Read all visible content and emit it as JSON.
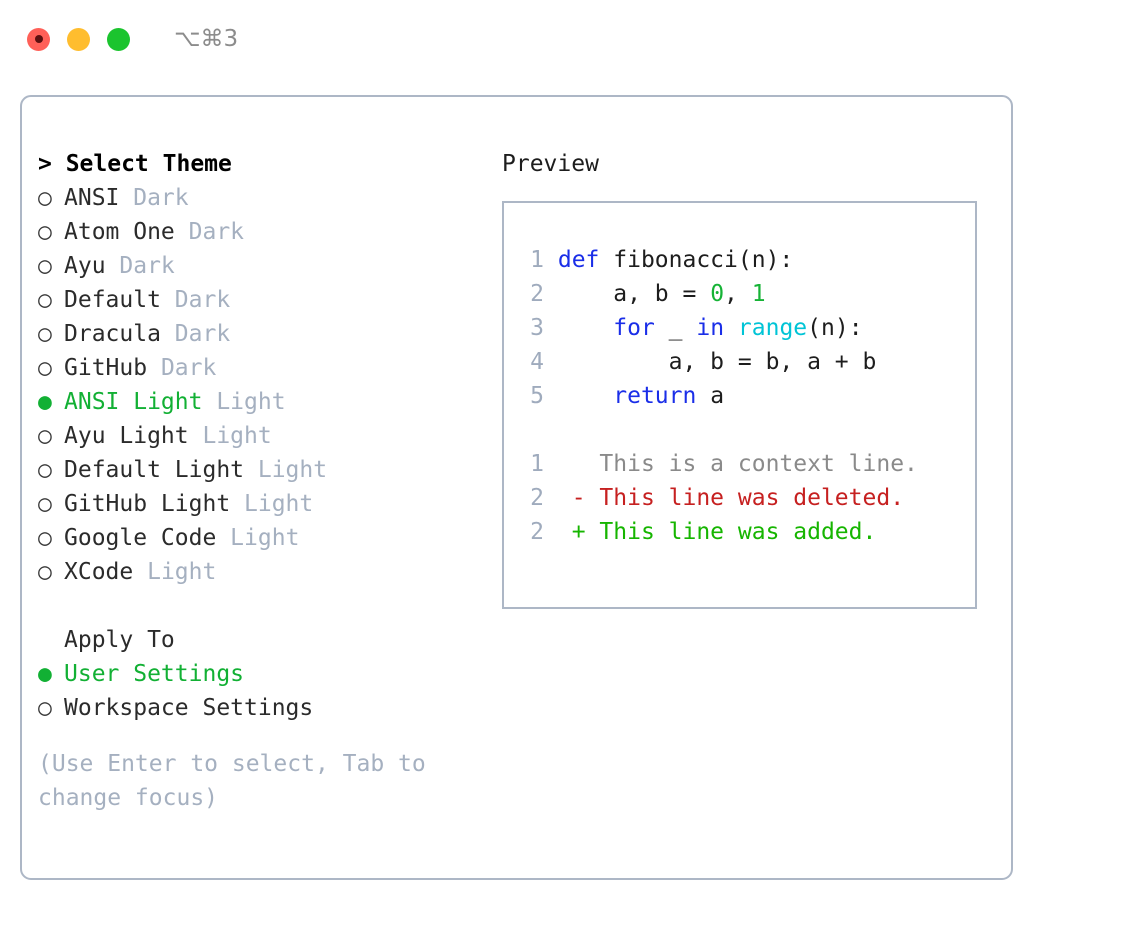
{
  "titlebar": {
    "shortcut": "⌥⌘3",
    "lights": [
      {
        "name": "close",
        "color": "#ff6058"
      },
      {
        "name": "minimize",
        "color": "#ffbd2e"
      },
      {
        "name": "maximize",
        "color": "#1bc42e"
      }
    ]
  },
  "theme_picker": {
    "header": "> Select Theme",
    "items": [
      {
        "marker": "○",
        "name": "ANSI",
        "suffix": "Dark",
        "selected": false
      },
      {
        "marker": "○",
        "name": "Atom One",
        "suffix": "Dark",
        "selected": false
      },
      {
        "marker": "○",
        "name": "Ayu",
        "suffix": "Dark",
        "selected": false
      },
      {
        "marker": "○",
        "name": "Default",
        "suffix": "Dark",
        "selected": false
      },
      {
        "marker": "○",
        "name": "Dracula",
        "suffix": "Dark",
        "selected": false
      },
      {
        "marker": "○",
        "name": "GitHub",
        "suffix": "Dark",
        "selected": false
      },
      {
        "marker": "●",
        "name": "ANSI Light",
        "suffix": "Light",
        "selected": true
      },
      {
        "marker": "○",
        "name": "Ayu Light",
        "suffix": "Light",
        "selected": false
      },
      {
        "marker": "○",
        "name": "Default Light",
        "suffix": "Light",
        "selected": false
      },
      {
        "marker": "○",
        "name": "GitHub Light",
        "suffix": "Light",
        "selected": false
      },
      {
        "marker": "○",
        "name": "Google Code",
        "suffix": "Light",
        "selected": false
      },
      {
        "marker": "○",
        "name": "XCode",
        "suffix": "Light",
        "selected": false
      }
    ]
  },
  "apply_to": {
    "header": "Apply To",
    "items": [
      {
        "marker": "●",
        "name": "User Settings",
        "selected": true
      },
      {
        "marker": "○",
        "name": "Workspace Settings",
        "selected": false
      }
    ]
  },
  "hint": "(Use Enter to select, Tab to change focus)",
  "preview": {
    "title": "Preview",
    "code_lines": [
      {
        "n": "1",
        "tokens": [
          {
            "t": "def",
            "c": "kw"
          },
          {
            "t": " fibonacci(n):",
            "c": "plain"
          }
        ]
      },
      {
        "n": "2",
        "tokens": [
          {
            "t": "    a, b = ",
            "c": "plain"
          },
          {
            "t": "0",
            "c": "num"
          },
          {
            "t": ", ",
            "c": "plain"
          },
          {
            "t": "1",
            "c": "num"
          }
        ]
      },
      {
        "n": "3",
        "tokens": [
          {
            "t": "    ",
            "c": "plain"
          },
          {
            "t": "for",
            "c": "kw"
          },
          {
            "t": " _ ",
            "c": "plain"
          },
          {
            "t": "in",
            "c": "kw"
          },
          {
            "t": " ",
            "c": "plain"
          },
          {
            "t": "range",
            "c": "fn"
          },
          {
            "t": "(n):",
            "c": "plain"
          }
        ]
      },
      {
        "n": "4",
        "tokens": [
          {
            "t": "        a, b = b, a + b",
            "c": "plain"
          }
        ]
      },
      {
        "n": "5",
        "tokens": [
          {
            "t": "    ",
            "c": "plain"
          },
          {
            "t": "return",
            "c": "kw"
          },
          {
            "t": " a",
            "c": "plain"
          }
        ]
      }
    ],
    "diff_lines": [
      {
        "n": "1",
        "marker": " ",
        "text": " This is a context line.",
        "kind": "diff-ctx"
      },
      {
        "n": "2",
        "marker": "-",
        "text": " This line was deleted.",
        "kind": "diff-del"
      },
      {
        "n": "2",
        "marker": "+",
        "text": " This line was added.",
        "kind": "diff-add"
      }
    ]
  },
  "colors": {
    "accent_green": "#12b034",
    "border": "#adb7c6",
    "muted": "#a5b0c0",
    "keyword": "#1a2ee8",
    "function": "#00c4d6",
    "number": "#16b336",
    "diff_added": "#16b500",
    "diff_deleted": "#c62020",
    "diff_context": "#8a8a8a"
  }
}
